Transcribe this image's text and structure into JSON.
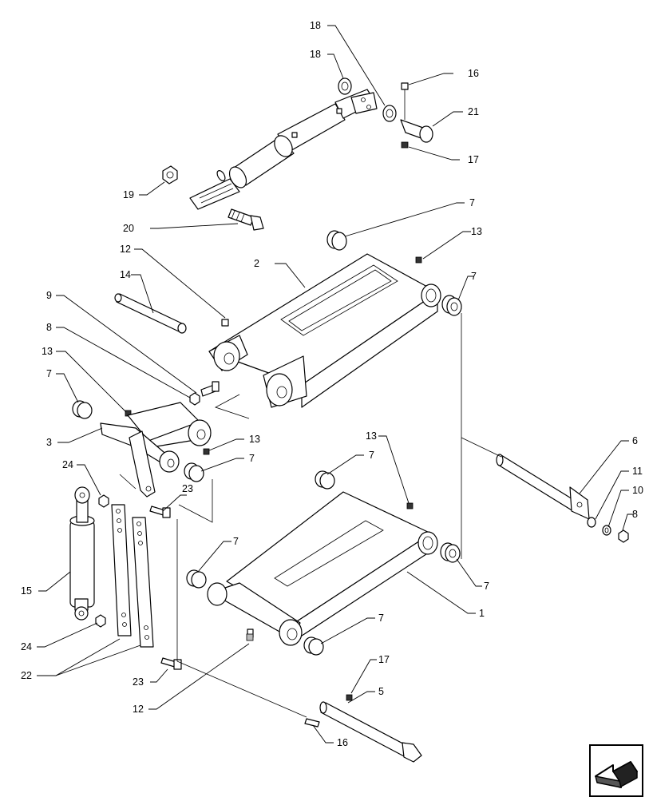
{
  "callouts": [
    {
      "id": "c18a",
      "label": "18"
    },
    {
      "id": "c18b",
      "label": "18"
    },
    {
      "id": "c16a",
      "label": "16"
    },
    {
      "id": "c21",
      "label": "21"
    },
    {
      "id": "c17a",
      "label": "17"
    },
    {
      "id": "c19",
      "label": "19"
    },
    {
      "id": "c20",
      "label": "20"
    },
    {
      "id": "c7a",
      "label": "7"
    },
    {
      "id": "c13a",
      "label": "13"
    },
    {
      "id": "c2",
      "label": "2"
    },
    {
      "id": "c12a",
      "label": "12"
    },
    {
      "id": "c7b",
      "label": "7"
    },
    {
      "id": "c14",
      "label": "14"
    },
    {
      "id": "c9",
      "label": "9"
    },
    {
      "id": "c8a",
      "label": "8"
    },
    {
      "id": "c13b",
      "label": "13"
    },
    {
      "id": "c7c",
      "label": "7"
    },
    {
      "id": "c3",
      "label": "3"
    },
    {
      "id": "c13c",
      "label": "13"
    },
    {
      "id": "c7d",
      "label": "7"
    },
    {
      "id": "c13d",
      "label": "13"
    },
    {
      "id": "c7e",
      "label": "7"
    },
    {
      "id": "c6",
      "label": "6"
    },
    {
      "id": "c24a",
      "label": "24"
    },
    {
      "id": "c23a",
      "label": "23"
    },
    {
      "id": "c11",
      "label": "11"
    },
    {
      "id": "c10",
      "label": "10"
    },
    {
      "id": "c8b",
      "label": "8"
    },
    {
      "id": "c15",
      "label": "15"
    },
    {
      "id": "c7f",
      "label": "7"
    },
    {
      "id": "c7g",
      "label": "7"
    },
    {
      "id": "c1",
      "label": "1"
    },
    {
      "id": "c7h",
      "label": "7"
    },
    {
      "id": "c24b",
      "label": "24"
    },
    {
      "id": "c22",
      "label": "22"
    },
    {
      "id": "c17b",
      "label": "17"
    },
    {
      "id": "c5",
      "label": "5"
    },
    {
      "id": "c23b",
      "label": "23"
    },
    {
      "id": "c12b",
      "label": "12"
    },
    {
      "id": "c16b",
      "label": "16"
    }
  ],
  "nav_icon": "next-page-arrow-icon"
}
